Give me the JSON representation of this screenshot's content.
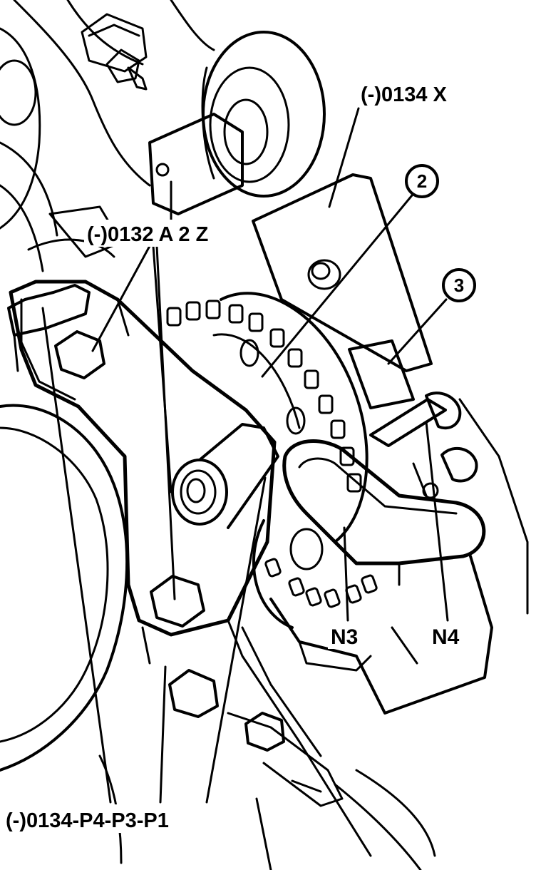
{
  "labels": {
    "tool_x": "(-)0134 X",
    "tool_a2z": "(-)0132 A 2 Z",
    "tool_p": "(-)0134-P4-P3-P1",
    "n3": "N3",
    "n4": "N4",
    "callout_2": "2",
    "callout_3": "3"
  },
  "colors": {
    "ink": "#000000",
    "paper": "#ffffff"
  }
}
